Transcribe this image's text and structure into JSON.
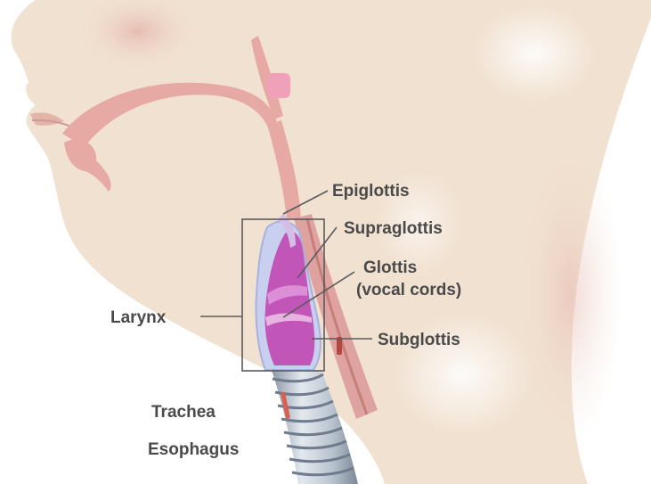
{
  "labels": {
    "epiglottis": "Epiglottis",
    "supraglottis": "Supraglottis",
    "glottis_line1": "Glottis",
    "glottis_line2": "(vocal cords)",
    "subglottis": "Subglottis",
    "larynx": "Larynx",
    "trachea": "Trachea",
    "esophagus": "Esophagus"
  },
  "colors": {
    "skin": "#f1e1d0",
    "skin_shadow": "#e8c7bb",
    "airway": "#eaa9a6",
    "larynx": "#c256b8",
    "larynx_light": "#dc8fd6",
    "cartilage": "#b9c3e6",
    "trachea_ring": "#cfd7e2",
    "trachea_dark": "#7e8c9e",
    "text": "#4a4a4a"
  }
}
